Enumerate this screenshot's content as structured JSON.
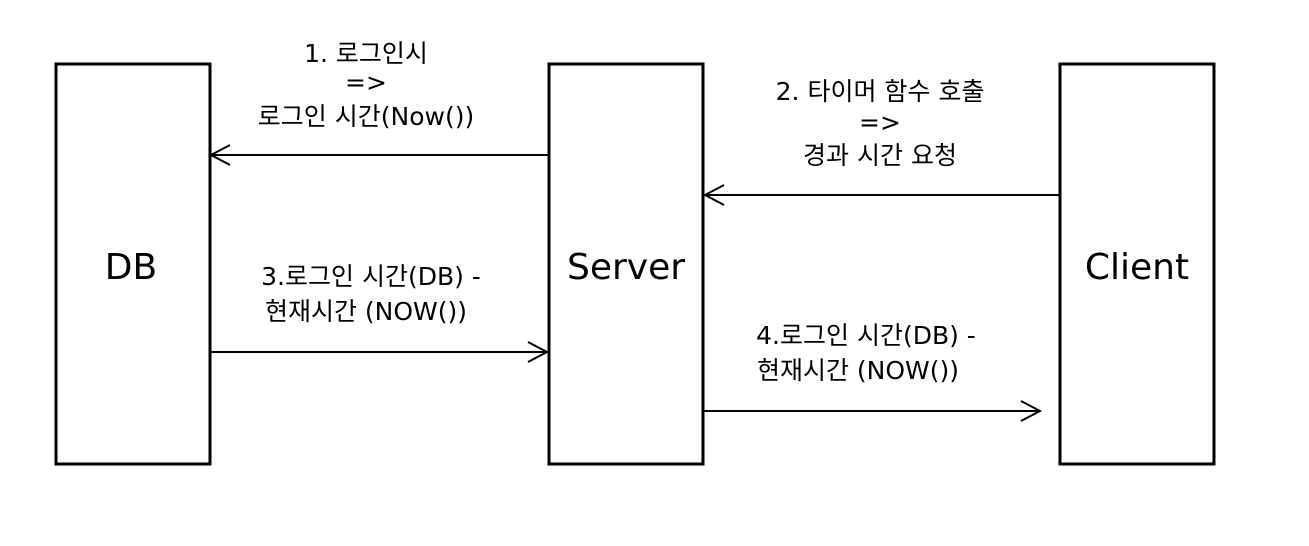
{
  "nodes": {
    "db": {
      "label": "DB"
    },
    "server": {
      "label": "Server"
    },
    "client": {
      "label": "Client"
    }
  },
  "messages": {
    "m1": {
      "lines": [
        "1. 로그인시",
        "=>",
        "로그인 시간(Now())"
      ]
    },
    "m2": {
      "lines": [
        "2. 타이머 함수 호출",
        "=>",
        "경과 시간 요청"
      ]
    },
    "m3": {
      "lines": [
        "3.로그인 시간(DB) -",
        "현재시간 (NOW())"
      ]
    },
    "m4": {
      "lines": [
        "4.로그인 시간(DB) -",
        "현재시간 (NOW())"
      ]
    }
  }
}
